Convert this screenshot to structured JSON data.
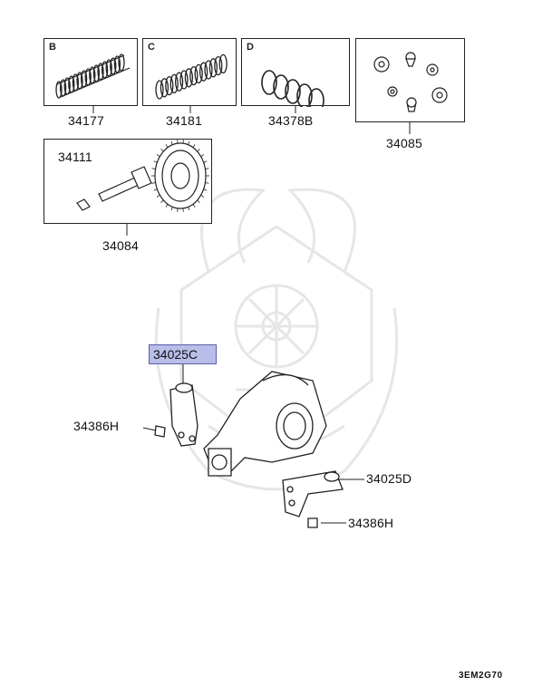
{
  "parts": {
    "spring_b": {
      "letter": "B",
      "number": "34177"
    },
    "spring_c": {
      "letter": "C",
      "number": "34181"
    },
    "spring_d": {
      "letter": "D",
      "number": "34378B"
    },
    "diff_gears": {
      "number": "34085"
    },
    "pinion": {
      "number": "34111"
    },
    "ring_pinion_set": {
      "number": "34084"
    },
    "mount_left": {
      "number": "34025C"
    },
    "mount_right": {
      "number": "34025D"
    },
    "bolt_left": {
      "number": "34386H"
    },
    "bolt_right": {
      "number": "34386H"
    }
  },
  "diagram_code": "3EM2G70",
  "colors": {
    "highlight": "#b9bde8",
    "line": "#222222",
    "watermark": "#e6e6e6"
  }
}
